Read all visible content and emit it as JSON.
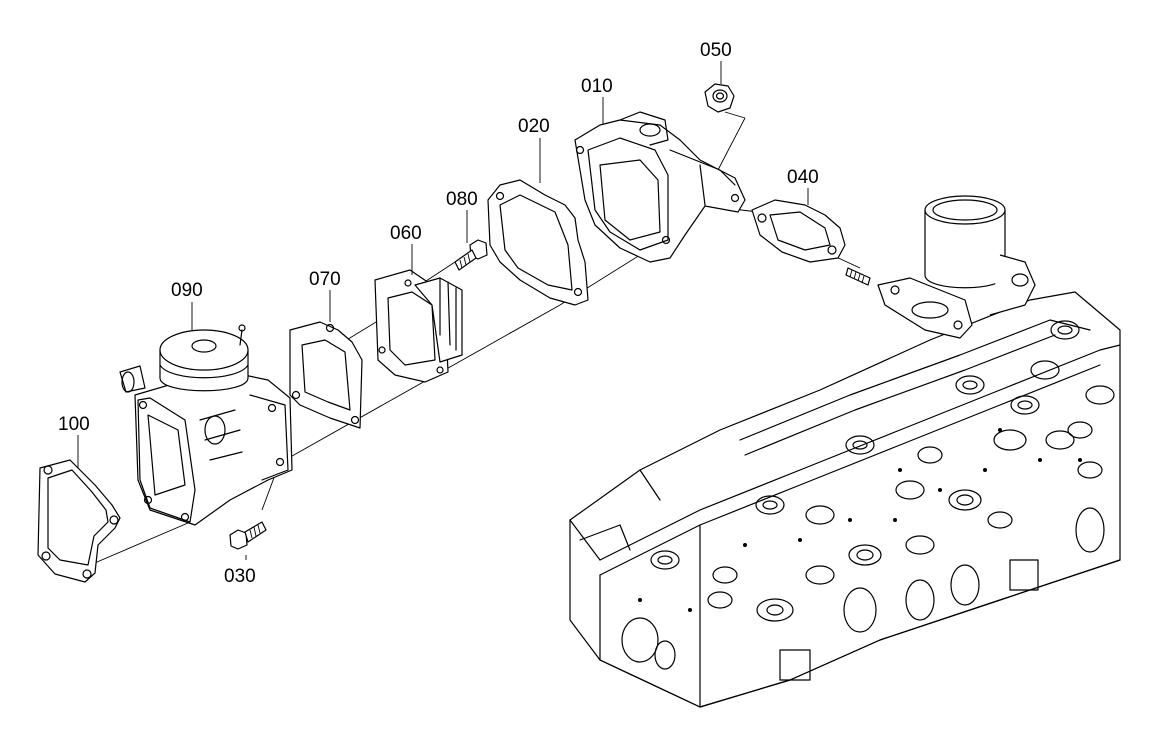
{
  "diagram": {
    "callouts": {
      "p010": "010",
      "p020": "020",
      "p030": "030",
      "p040": "040",
      "p050": "050",
      "p060": "060",
      "p070": "070",
      "p080": "080",
      "p090": "090",
      "p100": "100"
    }
  }
}
